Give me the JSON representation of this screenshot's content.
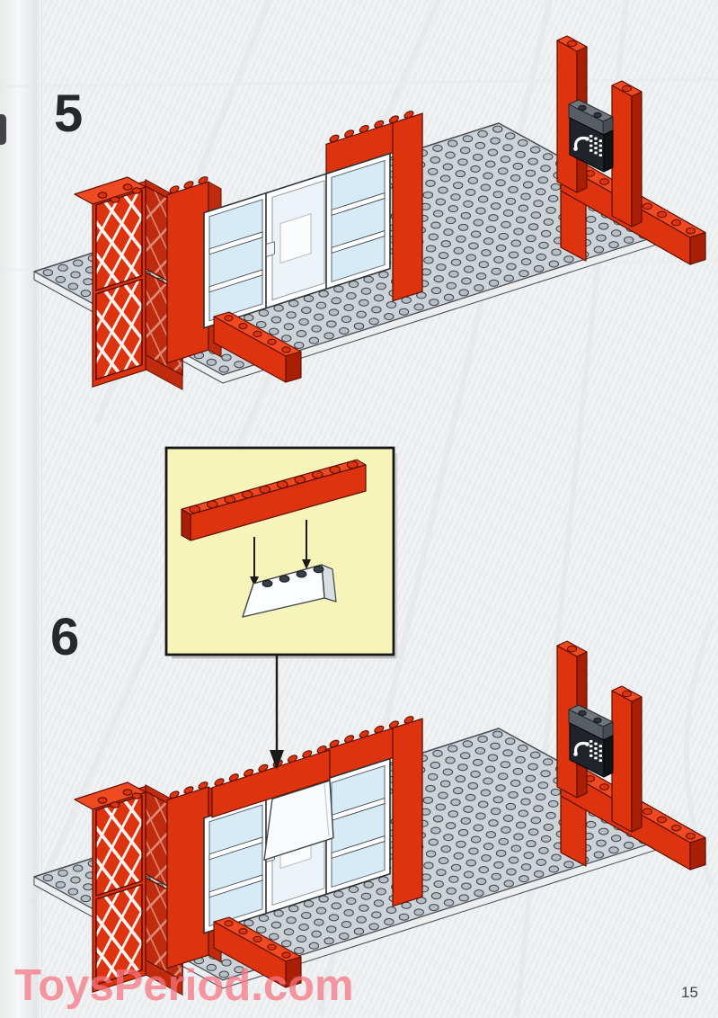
{
  "page": {
    "step5": "5",
    "step6": "6",
    "watermark": "ToysPeriod.com",
    "page_number": "15"
  },
  "colors": {
    "red": "#dd340f",
    "redLight": "#ef4a22",
    "redDark": "#a81f05",
    "redSide": "#bf2b0c",
    "redOutline": "#5f0e00",
    "plate": "#ced3d7",
    "plateEdge": "#eceef0",
    "plateOutline": "#454c53",
    "stud": "#b6bdc3",
    "studOutline": "#39424a",
    "glass": "#d7ebf7",
    "white": "#ffffff",
    "frame": "#2a3138",
    "grayTop": "#70767c",
    "grayFront": "#585e64",
    "graySide": "#474d53",
    "phoneBlack": "#20242a",
    "phoneSide": "#101317",
    "insetBg": "#f6f4b9",
    "insetBorder": "#161616",
    "arrow": "#1a1a1a",
    "faintLine": "#e3e5e9"
  }
}
